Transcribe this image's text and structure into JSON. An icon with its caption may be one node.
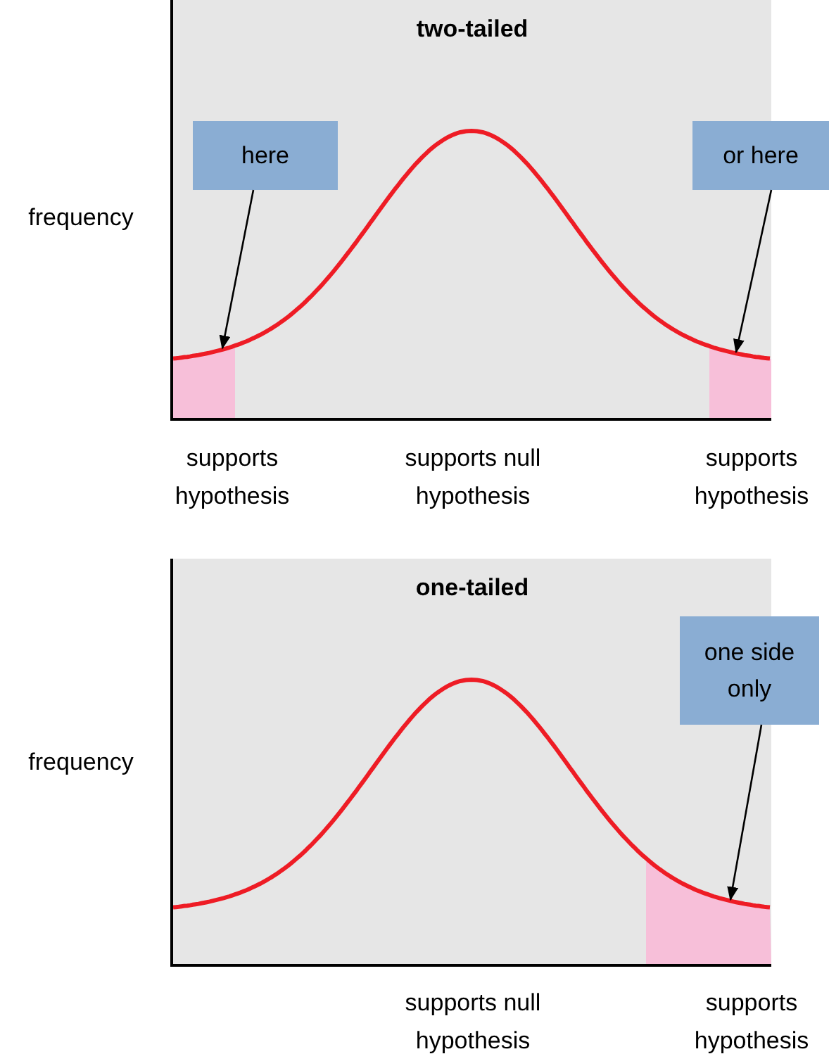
{
  "diagram": {
    "nodes": [
      {
        "text": [
          "two-tailed"
        ]
      },
      {
        "text": [
          "here"
        ],
        "in": 0
      },
      {
        "text": [
          "or here"
        ]
      },
      {
        "text": [],
        "shape": "box",
        "in": 0
      },
      {
        "text": [],
        "shape": "box",
        "in": 0
      },
      {
        "text": [
          "one-tailed"
        ]
      },
      {
        "text": [
          "one side only"
        ]
      },
      {
        "text": [],
        "shape": "box",
        "in": 5
      }
    ],
    "edges": [
      {
        "from": 1,
        "to": 3,
        "arrow": "to"
      },
      {
        "from": 2,
        "to": 4,
        "arrow": "to"
      },
      {
        "from": 6,
        "to": 7,
        "arrow": "to"
      }
    ],
    "labels": [
      "frequency",
      "supports hypothesis",
      "supports null hypothesis",
      "supports hypothesis",
      "frequency",
      "supports null hypothesis",
      "supports hypothesis"
    ]
  }
}
